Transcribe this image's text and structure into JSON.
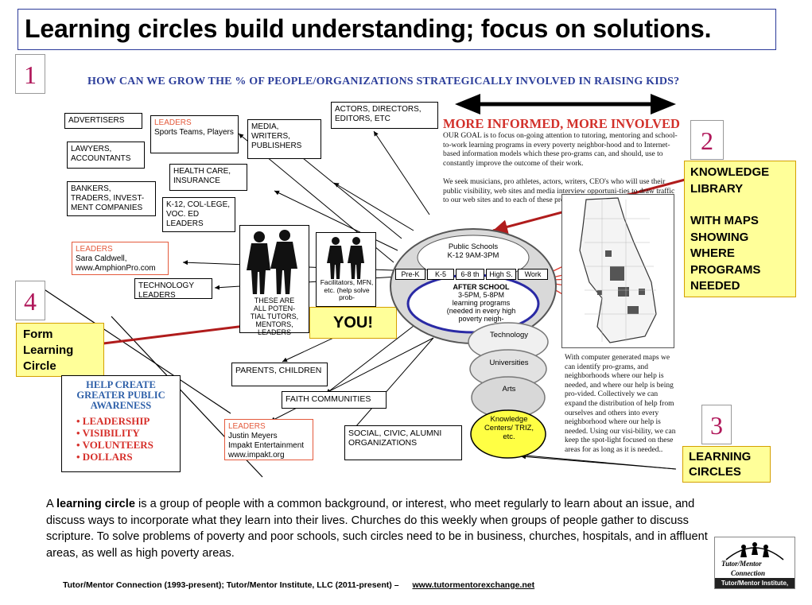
{
  "title": "Learning circles build understanding; focus on solutions.",
  "question": "HOW CAN WE GROW THE %  OF PEOPLE/ORGANIZATIONS STRATEGICALLY INVOLVED IN RAISING KIDS?",
  "numbers": {
    "n1": "1",
    "n2": "2",
    "n3": "3",
    "n4": "4"
  },
  "boxes": {
    "advertisers": "ADVERTISERS",
    "leaders_label": "LEADERS",
    "sports": "Sports Teams, Players",
    "media": "MEDIA, WRITERS, PUBLISHERS",
    "actors": "ACTORS, DIRECTORS, EDITORS, ETC",
    "lawyers": "LAWYERS, ACCOUNTANTS",
    "health": "HEALTH CARE, INSURANCE",
    "bankers": "BANKERS, TRADERS, INVEST-MENT COMPANIES",
    "k12": "K-12, COL-LEGE, VOC. ED LEADERS",
    "sara_name": "Sara Caldwell,",
    "sara_site": "www.AmphionPro.com",
    "tech": "TECHNOLOGY LEADERS",
    "tutors": "THESE ARE ALL POTEN-TIAL TUTORS, MENTORS, LEADERS",
    "facilitators": "Facilitators, MFN, etc. (help solve prob-",
    "parents": "PARENTS, CHILDREN",
    "faith": "FAITH COMMUNITIES",
    "social": "SOCIAL, CIVIC, ALUMNI ORGANIZATIONS",
    "justin_name": "Justin Meyers",
    "justin_org": "Impakt Entertainment",
    "justin_site": "www.impakt.org"
  },
  "you": "YOU!",
  "form_circle": "Form Learning Circle",
  "awareness": {
    "title": "HELP CREATE GREATER PUBLIC AWARENESS",
    "items": [
      "• LEADERSHIP",
      "• VISIBILITY",
      "• VOLUNTEERS",
      "• DOLLARS"
    ]
  },
  "more_informed": "MORE INFORMED, MORE INVOLVED",
  "goal_text": "OUR GOAL is to focus on-going attention to tutoring, mentoring and school-to-work learning programs in every poverty neighbor-hood and to Internet- based information models which these pro-grams can, and should, use to constantly improve the outcome of their work.",
  "seek_text": "We seek musicians, pro athletes, actors, writers, CEO's who will use their public visibility, web sites and media interview opportuni-ties to draw traffic to our web sites and to each of these programs.",
  "knowledge_library": "KNOWLEDGE LIBRARY",
  "maps_text": "WITH MAPS SHOWING WHERE PROGRAMS NEEDED",
  "learning_circles": "LEARNING CIRCLES",
  "schools": {
    "public": "Public Schools",
    "hours": "K-12  9AM-3PM",
    "segments": [
      "Pre-K",
      "K-5",
      "6-8 th",
      "High S.",
      "Work"
    ],
    "after": "AFTER SCHOOL",
    "after_hours": "3-5PM, 5-8PM",
    "after_desc": "learning programs (needed in every high poverty neigh-"
  },
  "circles": [
    "Technology",
    "Universities",
    "Arts",
    "Knowledge Centers/ TRIZ, etc."
  ],
  "map_caption": "With computer generated maps we can identify pro-grams, and neighborhoods where our help is needed, and where our help is being pro-vided. Collectively we can expand the distribution of help from ourselves and others into every neighborhood where our help is needed. Using our visi-bility, we can keep the spot-light focused on these areas for as long as it is needed..",
  "bottom": {
    "pre": "A ",
    "bold": "learning circle",
    "post": " is a group of people with a common background, or interest, who meet regularly to learn about an issue, and discuss ways to incorporate what they learn into their lives.  Churches do this weekly when groups of people gather to discuss scripture. To solve problems of poverty and poor schools, such circles need to be in business, churches, hospitals, and in affluent areas, as well as high poverty areas."
  },
  "footer": {
    "text": "Tutor/Mentor Connection (1993-present); Tutor/Mentor Institute, LLC (2011-present)    –",
    "url": "www.tutormentorexchange.net"
  },
  "logo": {
    "line1": "Tutor/Mentor",
    "line2": "Connection",
    "caption": "Tutor/Mentor Institute, LLC"
  },
  "colors": {
    "accent_red": "#d2302a",
    "heading_blue": "#2d3f9b",
    "highlight_yellow": "#ffff99",
    "number_magenta": "#b0175a"
  }
}
